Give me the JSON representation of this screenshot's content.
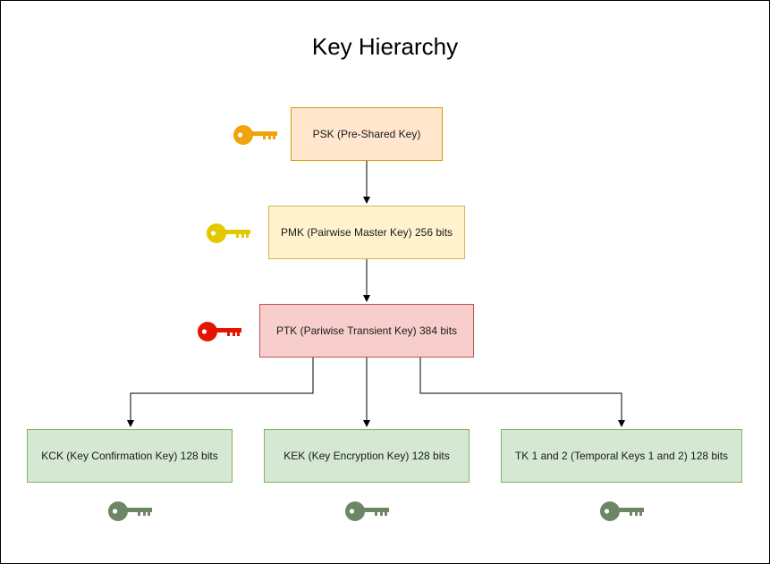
{
  "diagram": {
    "title": "Key Hierarchy",
    "nodes": {
      "psk": {
        "label": "PSK (Pre-Shared Key)",
        "fill": "#ffe6cc",
        "stroke": "#d79b00",
        "key_color": "#f0a30a"
      },
      "pmk": {
        "label": "PMK (Pairwise Master Key) 256 bits",
        "fill": "#fff2cc",
        "stroke": "#d6b656",
        "key_color": "#e3c800"
      },
      "ptk": {
        "label": "PTK (Pariwise Transient Key) 384 bits",
        "fill": "#f8cecc",
        "stroke": "#b85450",
        "key_color": "#e51400"
      },
      "kck": {
        "label": "KCK (Key Confirmation Key) 128 bits",
        "fill": "#d5e8d4",
        "stroke": "#82b366",
        "key_color": "#6d8764"
      },
      "kek": {
        "label": "KEK (Key Encryption Key) 128 bits",
        "fill": "#d5e8d4",
        "stroke": "#82b366",
        "key_color": "#6d8764"
      },
      "tk": {
        "label": "TK 1 and 2 (Temporal Keys 1 and 2) 128 bits",
        "fill": "#d5e8d4",
        "stroke": "#82b366",
        "key_color": "#6d8764"
      }
    },
    "edges": [
      {
        "from": "psk",
        "to": "pmk"
      },
      {
        "from": "pmk",
        "to": "ptk"
      },
      {
        "from": "ptk",
        "to": "kck"
      },
      {
        "from": "ptk",
        "to": "kek"
      },
      {
        "from": "ptk",
        "to": "tk"
      }
    ],
    "edge_color": "#000000",
    "key_icon": "key-icon"
  }
}
